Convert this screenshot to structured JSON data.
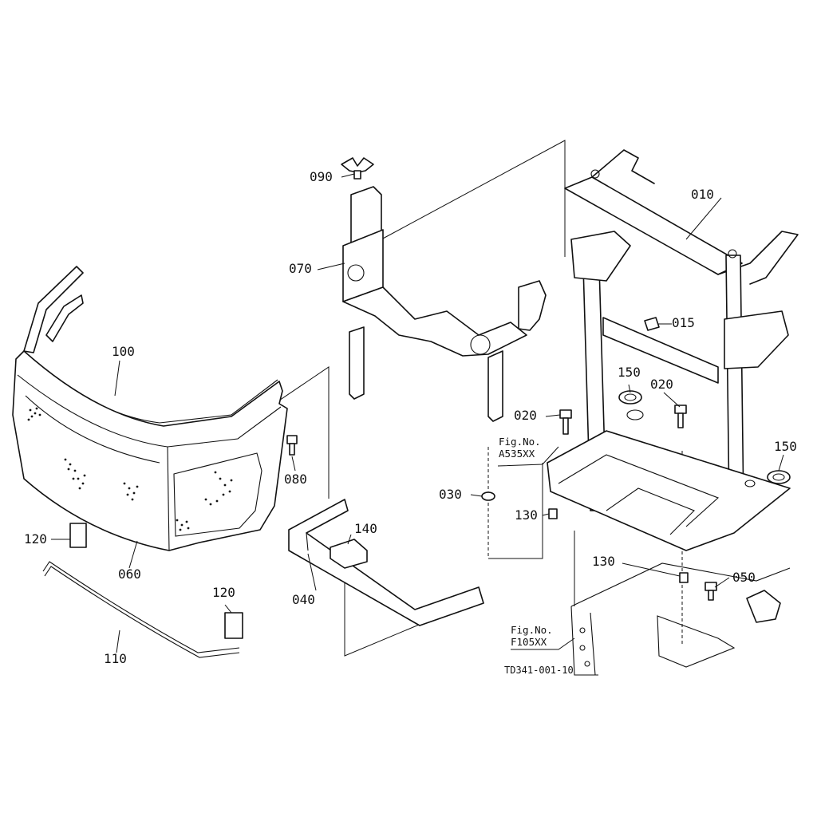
{
  "callouts": {
    "p010": "010",
    "p015": "015",
    "p020a": "020",
    "p020b": "020",
    "p030": "030",
    "p040": "040",
    "p050": "050",
    "p060": "060",
    "p070": "070",
    "p080": "080",
    "p090": "090",
    "p100": "100",
    "p110": "110",
    "p120a": "120",
    "p120b": "120",
    "p130a": "130",
    "p130b": "130",
    "p140": "140",
    "p150a": "150",
    "p150b": "150"
  },
  "fig_refs": {
    "a535_line1": "Fig.No.",
    "a535_line2": "A535XX",
    "f105_line1": "Fig.No.",
    "f105_line2": "F105XX"
  },
  "drawing_code": "TD341-001-10"
}
